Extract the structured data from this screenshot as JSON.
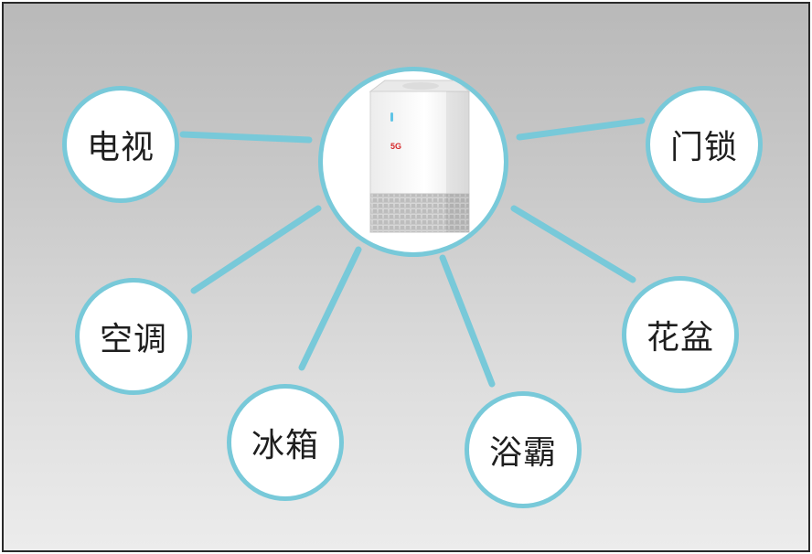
{
  "hub": {
    "device_brand": "5G",
    "device_icon": "cpe-router-icon"
  },
  "nodes": [
    {
      "id": "tv",
      "label": "电视"
    },
    {
      "id": "ac",
      "label": "空调"
    },
    {
      "id": "fridge",
      "label": "冰箱"
    },
    {
      "id": "bath-heater",
      "label": "浴霸"
    },
    {
      "id": "flowerpot",
      "label": "花盆"
    },
    {
      "id": "door-lock",
      "label": "门锁"
    }
  ],
  "colors": {
    "connector": "#78c9d9",
    "node_border": "#78c9d9",
    "node_fill": "#ffffff",
    "brand_red": "#d6282b"
  }
}
